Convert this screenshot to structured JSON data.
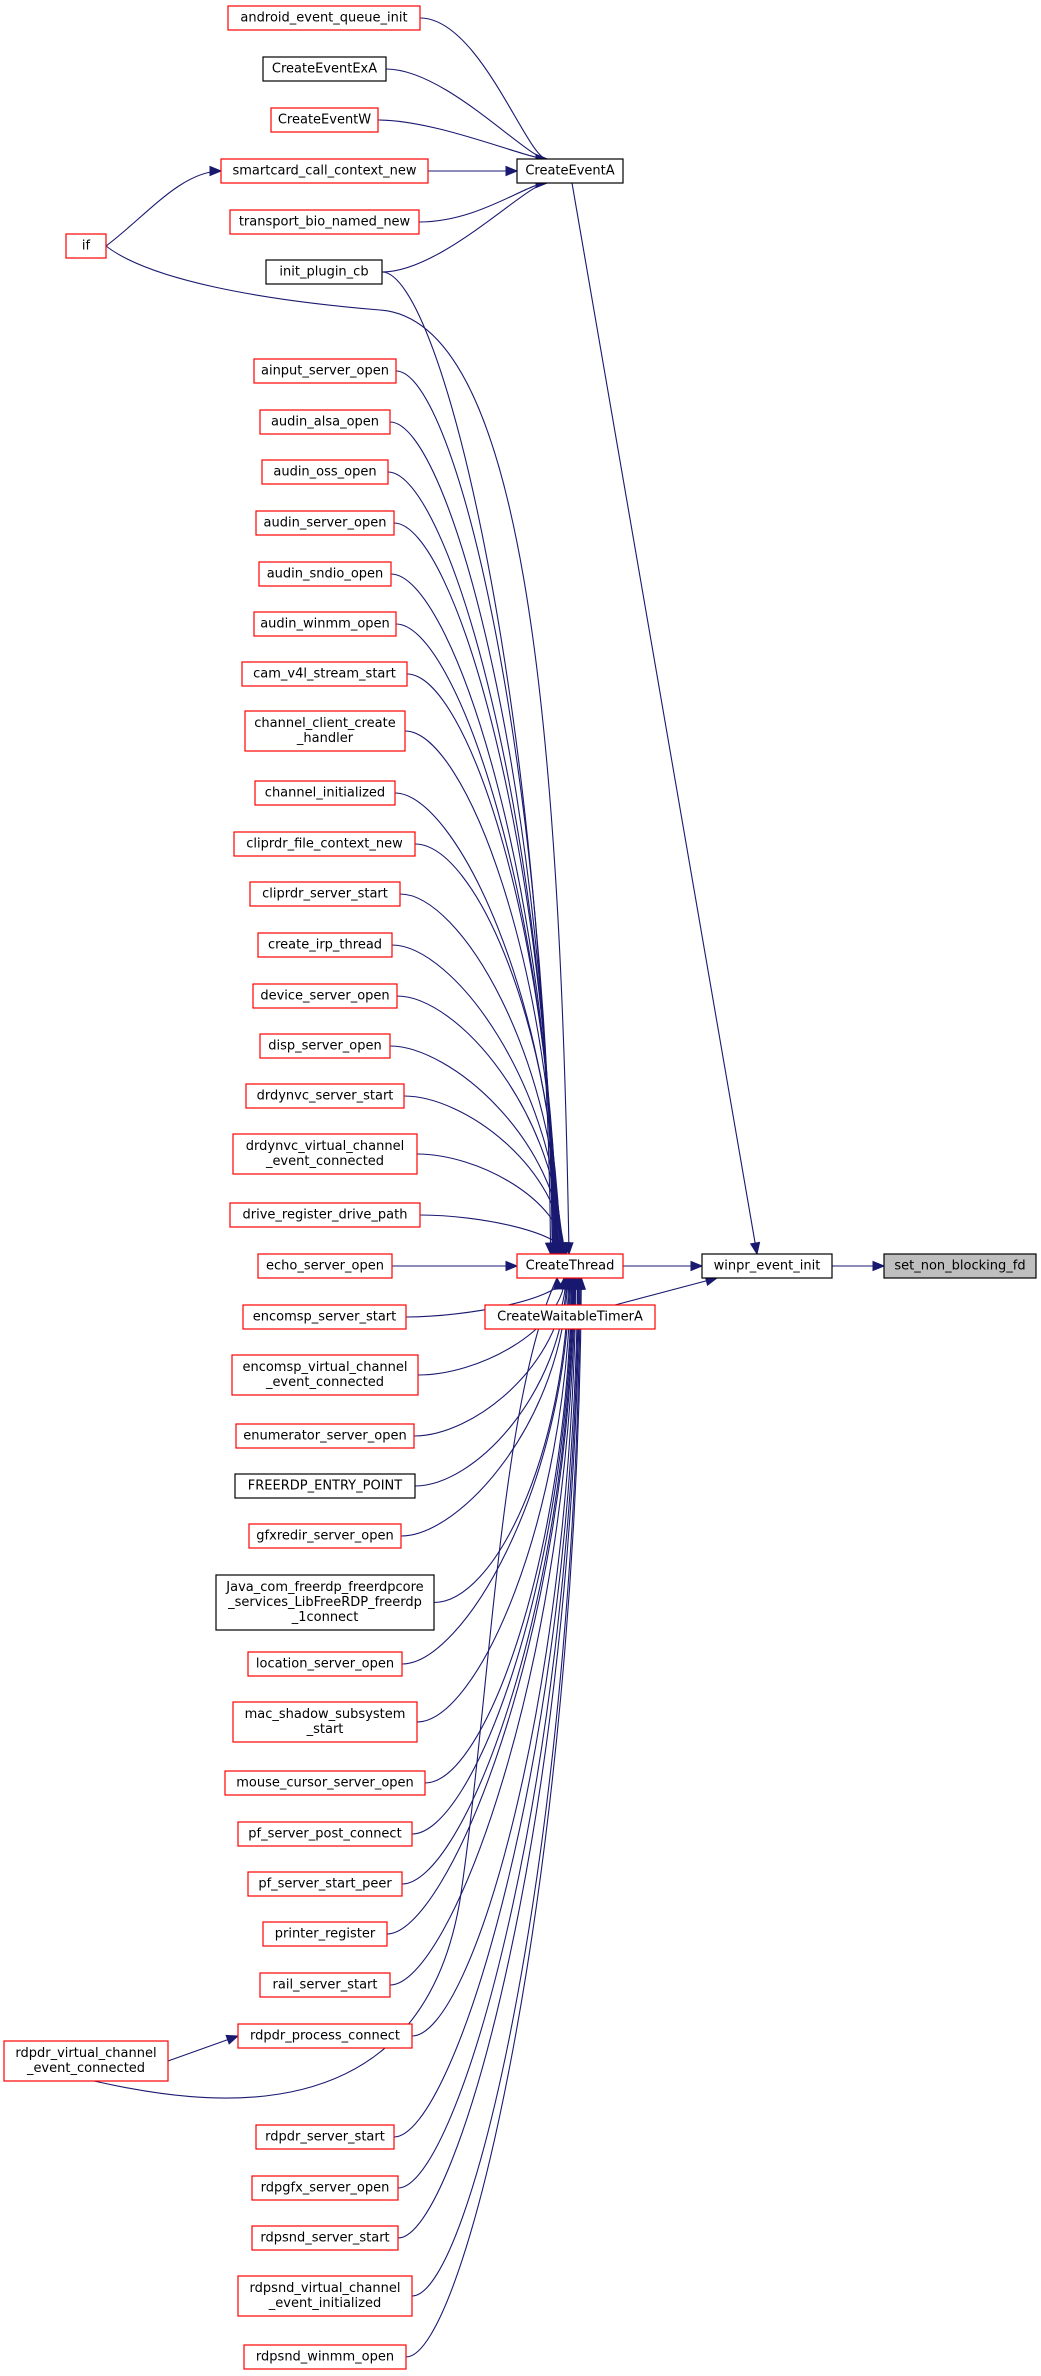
{
  "graph": {
    "root": "set_non_blocking_fd",
    "nodes": [
      {
        "id": "set_non_blocking_fd",
        "lines": [
          "set_non_blocking_fd"
        ],
        "style": "selected"
      },
      {
        "id": "winpr_event_init",
        "lines": [
          "winpr_event_init"
        ],
        "style": "black"
      },
      {
        "id": "CreateEventA",
        "lines": [
          "CreateEventA"
        ],
        "style": "black"
      },
      {
        "id": "CreateThread",
        "lines": [
          "CreateThread"
        ],
        "style": "red"
      },
      {
        "id": "CreateWaitableTimerA",
        "lines": [
          "CreateWaitableTimerA"
        ],
        "style": "red"
      },
      {
        "id": "android_event_queue_init",
        "lines": [
          "android_event_queue_init"
        ],
        "style": "red"
      },
      {
        "id": "CreateEventExA",
        "lines": [
          "CreateEventExA"
        ],
        "style": "black"
      },
      {
        "id": "CreateEventW",
        "lines": [
          "CreateEventW"
        ],
        "style": "red"
      },
      {
        "id": "smartcard_call_context_new",
        "lines": [
          "smartcard_call_context_new"
        ],
        "style": "red"
      },
      {
        "id": "transport_bio_named_new",
        "lines": [
          "transport_bio_named_new"
        ],
        "style": "red"
      },
      {
        "id": "init_plugin_cb",
        "lines": [
          "init_plugin_cb"
        ],
        "style": "black"
      },
      {
        "id": "if",
        "lines": [
          "if"
        ],
        "style": "red"
      },
      {
        "id": "ainput_server_open",
        "lines": [
          "ainput_server_open"
        ],
        "style": "red"
      },
      {
        "id": "audin_alsa_open",
        "lines": [
          "audin_alsa_open"
        ],
        "style": "red"
      },
      {
        "id": "audin_oss_open",
        "lines": [
          "audin_oss_open"
        ],
        "style": "red"
      },
      {
        "id": "audin_server_open",
        "lines": [
          "audin_server_open"
        ],
        "style": "red"
      },
      {
        "id": "audin_sndio_open",
        "lines": [
          "audin_sndio_open"
        ],
        "style": "red"
      },
      {
        "id": "audin_winmm_open",
        "lines": [
          "audin_winmm_open"
        ],
        "style": "red"
      },
      {
        "id": "cam_v4l_stream_start",
        "lines": [
          "cam_v4l_stream_start"
        ],
        "style": "red"
      },
      {
        "id": "channel_client_create_handler",
        "lines": [
          "channel_client_create",
          "_handler"
        ],
        "style": "red"
      },
      {
        "id": "channel_initialized",
        "lines": [
          "channel_initialized"
        ],
        "style": "red"
      },
      {
        "id": "cliprdr_file_context_new",
        "lines": [
          "cliprdr_file_context_new"
        ],
        "style": "red"
      },
      {
        "id": "cliprdr_server_start",
        "lines": [
          "cliprdr_server_start"
        ],
        "style": "red"
      },
      {
        "id": "create_irp_thread",
        "lines": [
          "create_irp_thread"
        ],
        "style": "red"
      },
      {
        "id": "device_server_open",
        "lines": [
          "device_server_open"
        ],
        "style": "red"
      },
      {
        "id": "disp_server_open",
        "lines": [
          "disp_server_open"
        ],
        "style": "red"
      },
      {
        "id": "drdynvc_server_start",
        "lines": [
          "drdynvc_server_start"
        ],
        "style": "red"
      },
      {
        "id": "drdynvc_virtual_channel_event_connected",
        "lines": [
          "drdynvc_virtual_channel",
          "_event_connected"
        ],
        "style": "red"
      },
      {
        "id": "drive_register_drive_path",
        "lines": [
          "drive_register_drive_path"
        ],
        "style": "red"
      },
      {
        "id": "echo_server_open",
        "lines": [
          "echo_server_open"
        ],
        "style": "red"
      },
      {
        "id": "encomsp_server_start",
        "lines": [
          "encomsp_server_start"
        ],
        "style": "red"
      },
      {
        "id": "encomsp_virtual_channel_event_connected",
        "lines": [
          "encomsp_virtual_channel",
          "_event_connected"
        ],
        "style": "red"
      },
      {
        "id": "enumerator_server_open",
        "lines": [
          "enumerator_server_open"
        ],
        "style": "red"
      },
      {
        "id": "FREERDP_ENTRY_POINT",
        "lines": [
          "FREERDP_ENTRY_POINT"
        ],
        "style": "black"
      },
      {
        "id": "gfxredir_server_open",
        "lines": [
          "gfxredir_server_open"
        ],
        "style": "red"
      },
      {
        "id": "Java_com_freerdp",
        "lines": [
          "Java_com_freerdp_freerdpcore",
          "_services_LibFreeRDP_freerdp",
          "_1connect"
        ],
        "style": "black"
      },
      {
        "id": "location_server_open",
        "lines": [
          "location_server_open"
        ],
        "style": "red"
      },
      {
        "id": "mac_shadow_subsystem_start",
        "lines": [
          "mac_shadow_subsystem",
          "_start"
        ],
        "style": "red"
      },
      {
        "id": "mouse_cursor_server_open",
        "lines": [
          "mouse_cursor_server_open"
        ],
        "style": "red"
      },
      {
        "id": "pf_server_post_connect",
        "lines": [
          "pf_server_post_connect"
        ],
        "style": "red"
      },
      {
        "id": "pf_server_start_peer",
        "lines": [
          "pf_server_start_peer"
        ],
        "style": "red"
      },
      {
        "id": "printer_register",
        "lines": [
          "printer_register"
        ],
        "style": "red"
      },
      {
        "id": "rail_server_start",
        "lines": [
          "rail_server_start"
        ],
        "style": "red"
      },
      {
        "id": "rdpdr_process_connect",
        "lines": [
          "rdpdr_process_connect"
        ],
        "style": "red"
      },
      {
        "id": "rdpdr_virtual_channel_event_connected",
        "lines": [
          "rdpdr_virtual_channel",
          "_event_connected"
        ],
        "style": "red"
      },
      {
        "id": "rdpdr_server_start",
        "lines": [
          "rdpdr_server_start"
        ],
        "style": "red"
      },
      {
        "id": "rdpgfx_server_open",
        "lines": [
          "rdpgfx_server_open"
        ],
        "style": "red"
      },
      {
        "id": "rdpsnd_server_start",
        "lines": [
          "rdpsnd_server_start"
        ],
        "style": "red"
      },
      {
        "id": "rdpsnd_virtual_channel_event_initialized",
        "lines": [
          "rdpsnd_virtual_channel",
          "_event_initialized"
        ],
        "style": "red"
      },
      {
        "id": "rdpsnd_winmm_open",
        "lines": [
          "rdpsnd_winmm_open"
        ],
        "style": "red"
      }
    ],
    "edges": [
      [
        "winpr_event_init",
        "set_non_blocking_fd"
      ],
      [
        "CreateEventA",
        "winpr_event_init"
      ],
      [
        "CreateThread",
        "winpr_event_init"
      ],
      [
        "CreateWaitableTimerA",
        "winpr_event_init"
      ],
      [
        "android_event_queue_init",
        "CreateEventA"
      ],
      [
        "CreateEventExA",
        "CreateEventA"
      ],
      [
        "CreateEventW",
        "CreateEventA"
      ],
      [
        "smartcard_call_context_new",
        "CreateEventA"
      ],
      [
        "transport_bio_named_new",
        "CreateEventA"
      ],
      [
        "init_plugin_cb",
        "CreateEventA"
      ],
      [
        "if",
        "smartcard_call_context_new"
      ],
      [
        "if",
        "CreateThread"
      ],
      [
        "init_plugin_cb",
        "CreateThread"
      ],
      [
        "ainput_server_open",
        "CreateThread"
      ],
      [
        "audin_alsa_open",
        "CreateThread"
      ],
      [
        "audin_oss_open",
        "CreateThread"
      ],
      [
        "audin_server_open",
        "CreateThread"
      ],
      [
        "audin_sndio_open",
        "CreateThread"
      ],
      [
        "audin_winmm_open",
        "CreateThread"
      ],
      [
        "cam_v4l_stream_start",
        "CreateThread"
      ],
      [
        "channel_client_create_handler",
        "CreateThread"
      ],
      [
        "channel_initialized",
        "CreateThread"
      ],
      [
        "cliprdr_file_context_new",
        "CreateThread"
      ],
      [
        "cliprdr_server_start",
        "CreateThread"
      ],
      [
        "create_irp_thread",
        "CreateThread"
      ],
      [
        "device_server_open",
        "CreateThread"
      ],
      [
        "disp_server_open",
        "CreateThread"
      ],
      [
        "drdynvc_server_start",
        "CreateThread"
      ],
      [
        "drdynvc_virtual_channel_event_connected",
        "CreateThread"
      ],
      [
        "drive_register_drive_path",
        "CreateThread"
      ],
      [
        "echo_server_open",
        "CreateThread"
      ],
      [
        "encomsp_server_start",
        "CreateThread"
      ],
      [
        "encomsp_virtual_channel_event_connected",
        "CreateThread"
      ],
      [
        "enumerator_server_open",
        "CreateThread"
      ],
      [
        "FREERDP_ENTRY_POINT",
        "CreateThread"
      ],
      [
        "gfxredir_server_open",
        "CreateThread"
      ],
      [
        "Java_com_freerdp",
        "CreateThread"
      ],
      [
        "location_server_open",
        "CreateThread"
      ],
      [
        "mac_shadow_subsystem_start",
        "CreateThread"
      ],
      [
        "mouse_cursor_server_open",
        "CreateThread"
      ],
      [
        "pf_server_post_connect",
        "CreateThread"
      ],
      [
        "pf_server_start_peer",
        "CreateThread"
      ],
      [
        "printer_register",
        "CreateThread"
      ],
      [
        "rail_server_start",
        "CreateThread"
      ],
      [
        "rdpdr_process_connect",
        "CreateThread"
      ],
      [
        "rdpdr_virtual_channel_event_connected",
        "rdpdr_process_connect"
      ],
      [
        "rdpdr_virtual_channel_event_connected",
        "CreateThread"
      ],
      [
        "rdpdr_server_start",
        "CreateThread"
      ],
      [
        "rdpgfx_server_open",
        "CreateThread"
      ],
      [
        "rdpsnd_server_start",
        "CreateThread"
      ],
      [
        "rdpsnd_virtual_channel_event_initialized",
        "CreateThread"
      ],
      [
        "rdpsnd_winmm_open",
        "CreateThread"
      ]
    ]
  }
}
